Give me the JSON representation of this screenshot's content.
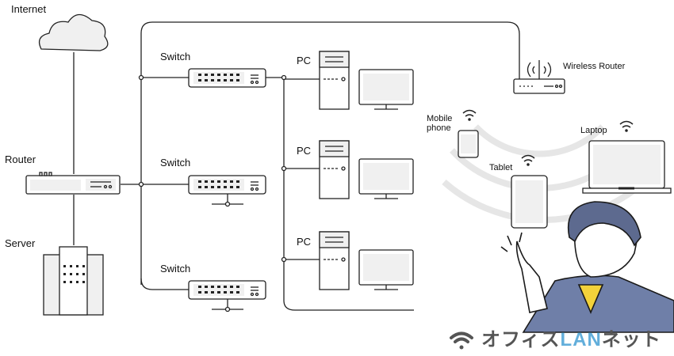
{
  "labels": {
    "internet": "Internet",
    "router": "Router",
    "server": "Server",
    "switch1": "Switch",
    "switch2": "Switch",
    "switch3": "Switch",
    "pc1": "PC",
    "pc2": "PC",
    "pc3": "PC",
    "wireless_router": "Wireless Router",
    "mobile_phone_line1": "Mobile",
    "mobile_phone_line2": "phone",
    "tablet": "Tablet",
    "laptop": "Laptop"
  },
  "logo": {
    "part1": "オフィス",
    "part2": "LAN",
    "part3": "ネット"
  },
  "colors": {
    "line": "#222222",
    "device_fill": "#f0f0f0",
    "logo_dark": "#555555",
    "logo_accent": "#62aedb",
    "suit": "#6f7fa8"
  }
}
